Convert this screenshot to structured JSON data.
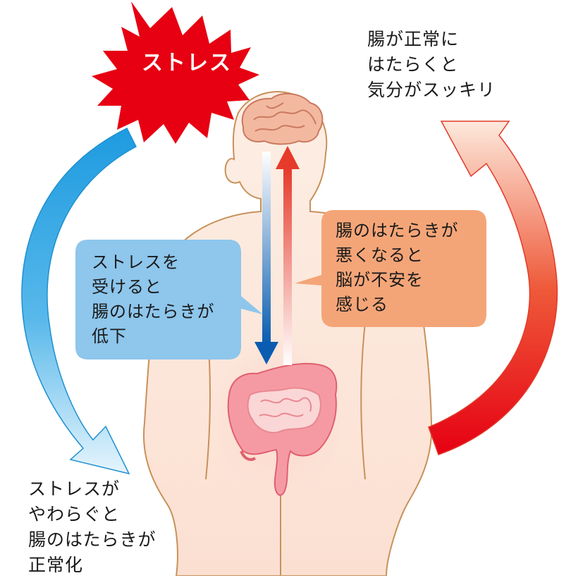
{
  "stress_burst": {
    "label": "ストレス"
  },
  "top_right_text": "腸が正常に\nはたらくと\n気分がスッキリ",
  "blue_bubble_text": "ストレスを\n受けると\n腸のはたらきが\n低下",
  "orange_bubble_text": "腸のはたらきが\n悪くなると\n脳が不安を\n感じる",
  "bottom_left_text": "ストレスが\nやわらぐと\n腸のはたらきが\n正常化",
  "colors": {
    "burst_red": "#e60012",
    "blue_arrow": "#2ba3e0",
    "red_arrow": "#e60012",
    "blue_bubble": "#8ec6ec",
    "orange_bubble": "#f4a578",
    "body_skin": "#fde8dc",
    "body_outline": "#c8915a",
    "intestine": "#f07f8c",
    "brain": "#f3b8a0"
  },
  "icons": [
    "starburst-shape",
    "brain-icon",
    "intestine-icon",
    "human-silhouette"
  ]
}
